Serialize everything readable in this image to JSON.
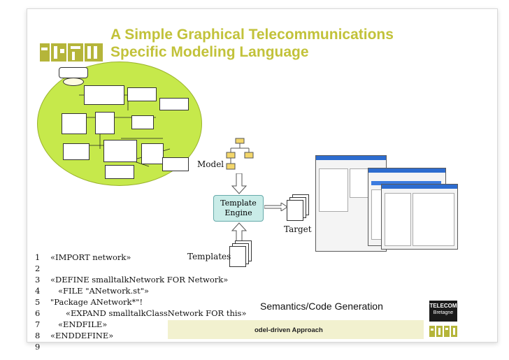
{
  "slide": {
    "title_line1": "A Simple Graphical Telecommunications",
    "title_line2": "Specific Modeling Language",
    "caption": "Semantics/Code Generation",
    "footer_text": "odel-driven Approach",
    "logo_top": "TELECOM",
    "logo_bottom": "Bretagne"
  },
  "diagram": {
    "model_label": "Model",
    "engine_line1": "Template",
    "engine_line2": "Engine",
    "target_label": "Target",
    "templates_label": "Templates"
  },
  "code": [
    {
      "n": "1",
      "text": "«IMPORT network»"
    },
    {
      "n": "2",
      "text": ""
    },
    {
      "n": "3",
      "text": "«DEFINE smalltalkNetwork FOR Network»"
    },
    {
      "n": "4",
      "text": "   «FILE \"ANetwork.st\"»"
    },
    {
      "n": "5",
      "text": "\"Package ANetwork*\"!"
    },
    {
      "n": "6",
      "text": "      «EXPAND smalltalkClassNetwork FOR this»"
    },
    {
      "n": "7",
      "text": "   «ENDFILE»"
    },
    {
      "n": "8",
      "text": "«ENDDEFINE»"
    },
    {
      "n": "9",
      "text": ""
    }
  ],
  "colors": {
    "title": "#c2c23a",
    "ellipse": "#c6e94b",
    "engine": "#c9ece8",
    "footer_bar": "#f2f1cf"
  }
}
